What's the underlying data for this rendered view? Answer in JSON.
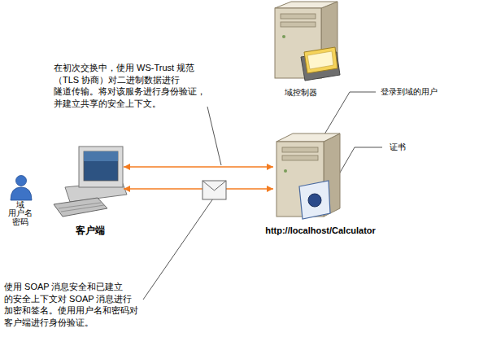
{
  "diagram": {
    "nodes": [
      {
        "text": [
          "域控制器"
        ]
      },
      {
        "text": [
          "域 用户名 密码"
        ]
      },
      {
        "text": [
          "客户端"
        ]
      },
      {
        "text": [
          "http://localhost/Calculator"
        ]
      }
    ],
    "edges": [
      {
        "from": 2,
        "to": 3,
        "arrow": "both"
      },
      {
        "from": 2,
        "to": 3,
        "arrow": "both"
      }
    ],
    "labels": [
      "在初次交换中，使用 WS-Trust 规范（TLS 协商）对二进制数据进行 隧道传输。将对该服务进行身份验证， 并建立共享的安全上下文。",
      "登录到域的用户",
      "证书",
      "使用 SOAP 消息安全和已建立 的安全上下文对 SOAP 消息进行 加密和签名。使用用户名和密码对 客户端进行身份验证。"
    ]
  }
}
